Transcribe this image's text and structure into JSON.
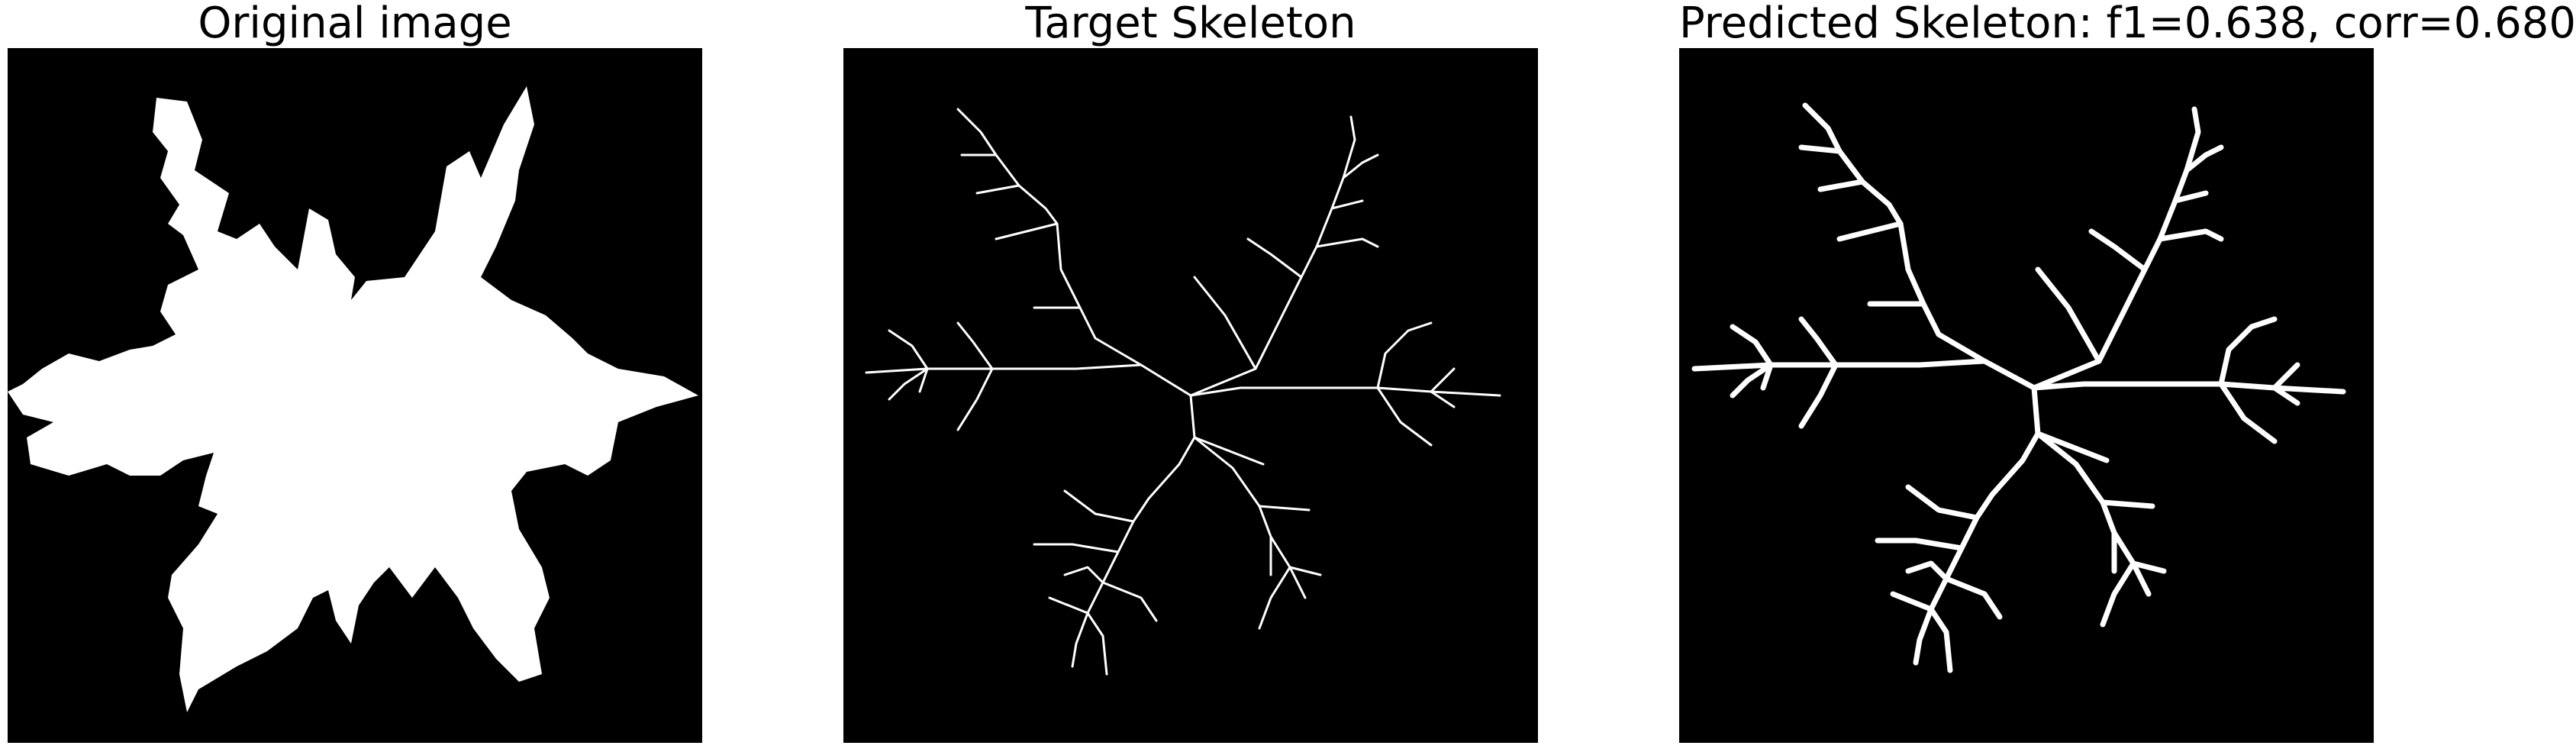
{
  "panels": [
    {
      "title": "Original image"
    },
    {
      "title": "Target Skeleton"
    },
    {
      "title": "Predicted Skeleton: f1=0.638, corr=0.680"
    }
  ],
  "colors": {
    "background": "#000000",
    "foreground": "#ffffff",
    "page": "#ffffff"
  }
}
